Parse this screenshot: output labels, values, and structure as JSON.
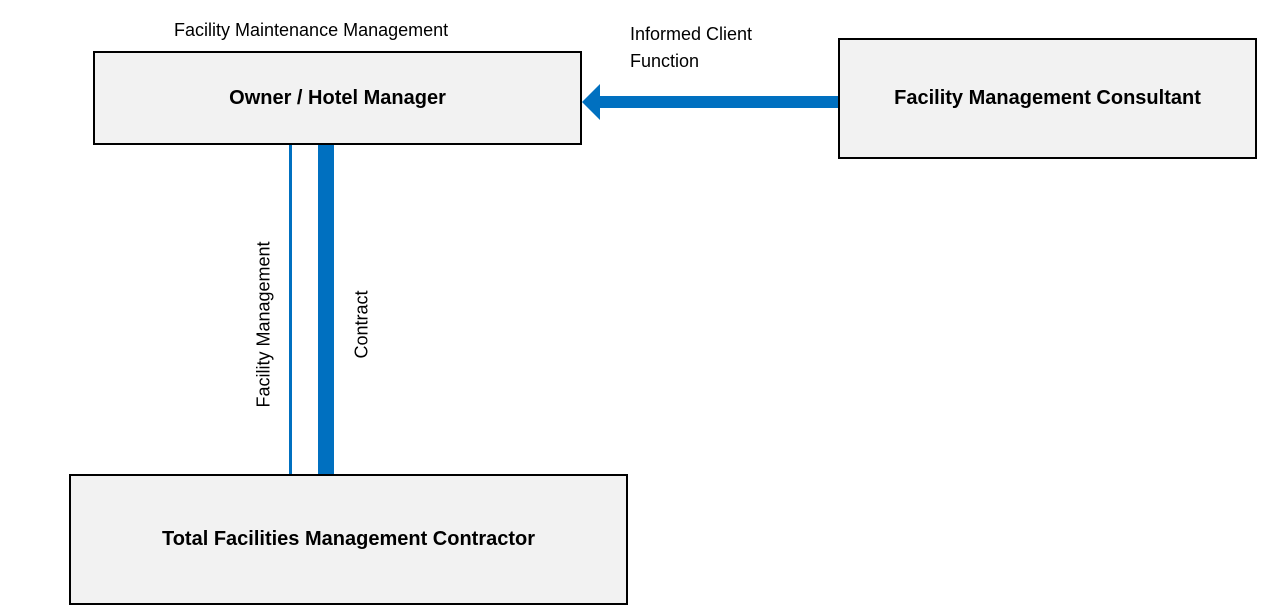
{
  "diagram": {
    "top_label": "Facility Maintenance Management",
    "nodes": {
      "owner": "Owner / Hotel Manager",
      "consultant": "Facility  Management Consultant",
      "contractor": "Total Facilities Management Contractor"
    },
    "edges": {
      "consultant_to_owner": {
        "line1": "Informed Client",
        "line2": "Function"
      },
      "owner_contractor_left": "Facility Management",
      "owner_contractor_right": "Contract"
    },
    "colors": {
      "connector": "#0070c0",
      "box_fill": "#f2f2f2",
      "box_border": "#000000"
    }
  }
}
